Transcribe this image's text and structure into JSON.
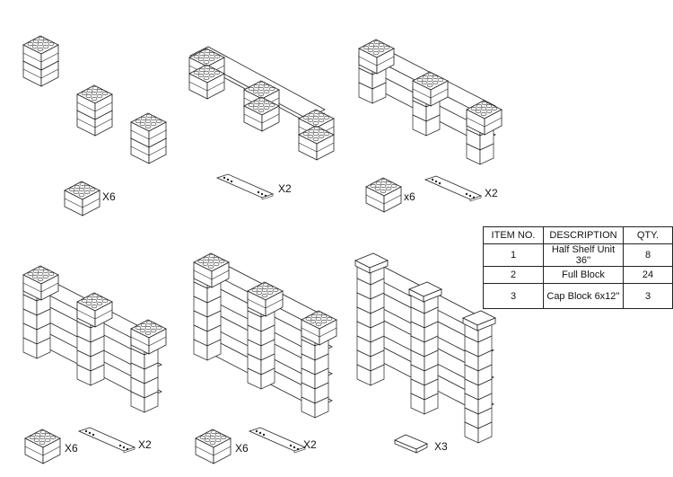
{
  "bom": {
    "headers": [
      "ITEM NO.",
      "DESCRIPTION",
      "QTY."
    ],
    "rows": [
      {
        "item": "1",
        "description": "Half Shelf Unit 36''",
        "qty": "8"
      },
      {
        "item": "2",
        "description": "Full Block",
        "qty": "24"
      },
      {
        "item": "3",
        "description": "Cap Block 6x12''",
        "qty": "3"
      }
    ]
  },
  "steps": [
    {
      "name": "step-1",
      "parts": [
        {
          "part": "full-block",
          "qty": "X6"
        }
      ]
    },
    {
      "name": "step-2",
      "parts": [
        {
          "part": "half-shelf",
          "qty": "X2"
        }
      ]
    },
    {
      "name": "step-3",
      "parts": [
        {
          "part": "full-block",
          "qty": "x6"
        },
        {
          "part": "half-shelf",
          "qty": "X2"
        }
      ]
    },
    {
      "name": "step-4",
      "parts": [
        {
          "part": "full-block",
          "qty": "X6"
        },
        {
          "part": "half-shelf",
          "qty": "X2"
        }
      ]
    },
    {
      "name": "step-5",
      "parts": [
        {
          "part": "full-block",
          "qty": "X6"
        },
        {
          "part": "half-shelf",
          "qty": "X2"
        }
      ]
    },
    {
      "name": "step-6",
      "parts": [
        {
          "part": "cap-block",
          "qty": "X3"
        }
      ]
    }
  ],
  "colors": {
    "line": "#222222",
    "face": "#ffffff",
    "dot": "#333333"
  }
}
